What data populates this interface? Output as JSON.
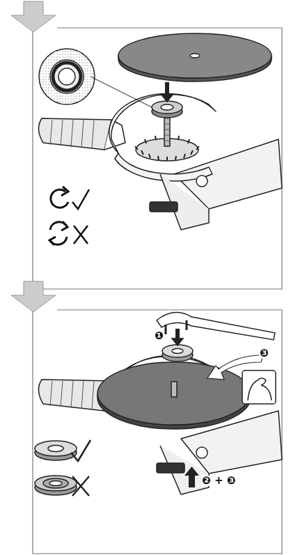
{
  "diagram": {
    "labels": [
      "❶",
      "❸",
      "❷ + ❸"
    ]
  }
}
